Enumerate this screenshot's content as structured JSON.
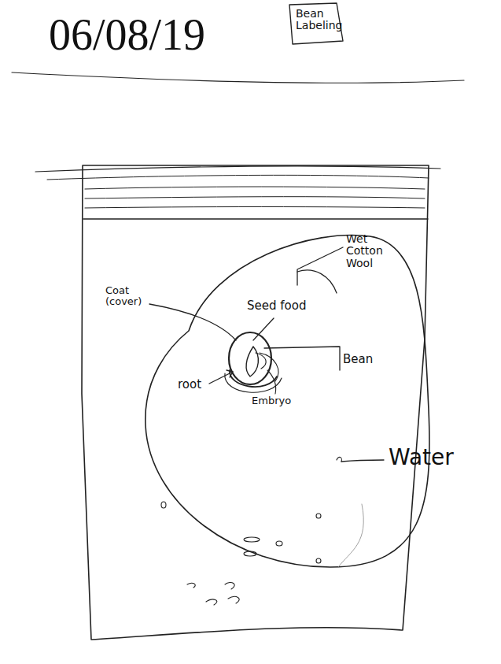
{
  "diagram": {
    "title": "Bean Labeling",
    "labels": [
      "06/08/19",
      "Wet Cotton Wool",
      "Coat (cover)",
      "Seed food",
      "Bean",
      "root",
      "Embryo",
      "Water"
    ]
  }
}
